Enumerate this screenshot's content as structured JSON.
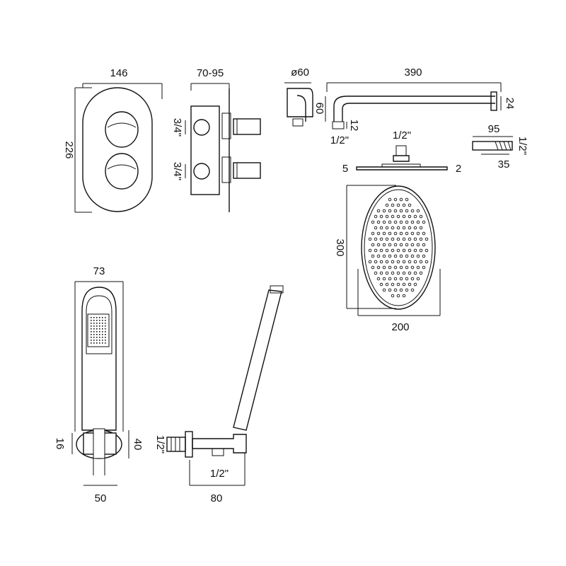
{
  "valve": {
    "width": "146",
    "height": "226",
    "depth": "70-95",
    "inlet_top": "3/4\"",
    "inlet_bottom": "3/4\""
  },
  "shower_arm": {
    "flange_diameter": "ø60",
    "length": "390",
    "drop": "60",
    "end_height": "24",
    "thread_len": "12",
    "thread": "1/2\""
  },
  "shower_head": {
    "inlet": "1/2\"",
    "thickness_left": "5",
    "thickness_right": "2",
    "height": "300",
    "width": "200"
  },
  "nozzle": {
    "length": "95",
    "inner": "35",
    "thread": "1/2\""
  },
  "hand_shower": {
    "width": "73",
    "bracket_width": "50",
    "bracket_a": "16",
    "bracket_b": "40"
  },
  "wall_outlet": {
    "thread_in": "1/2\"",
    "thread_out": "1/2\"",
    "width": "80"
  }
}
